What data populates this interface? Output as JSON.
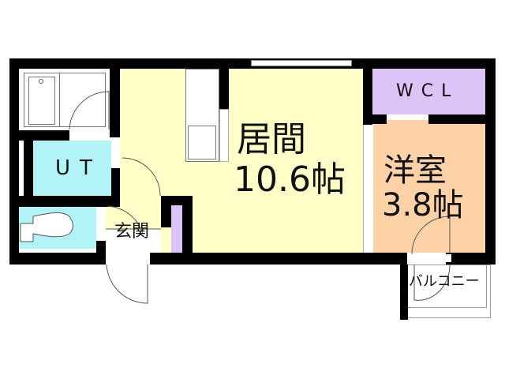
{
  "rooms": {
    "living": {
      "name": "居間",
      "size": "10.6帖",
      "color": "#FFFFC8"
    },
    "western": {
      "name": "洋室",
      "size": "3.8帖",
      "color": "#FCD2A6"
    },
    "wcl": {
      "name": "WCL",
      "color": "#DCC3F8"
    },
    "ut": {
      "name": "UT",
      "color": "#B2F3F8"
    },
    "toilet": {
      "color": "#B2F3F8"
    },
    "entrance": {
      "name": "玄関",
      "color": "#FFFFC8"
    },
    "balcony": {
      "name": "バルコニー"
    }
  },
  "colors": {
    "wall": "#000000",
    "closet": "#DCC3F8"
  }
}
